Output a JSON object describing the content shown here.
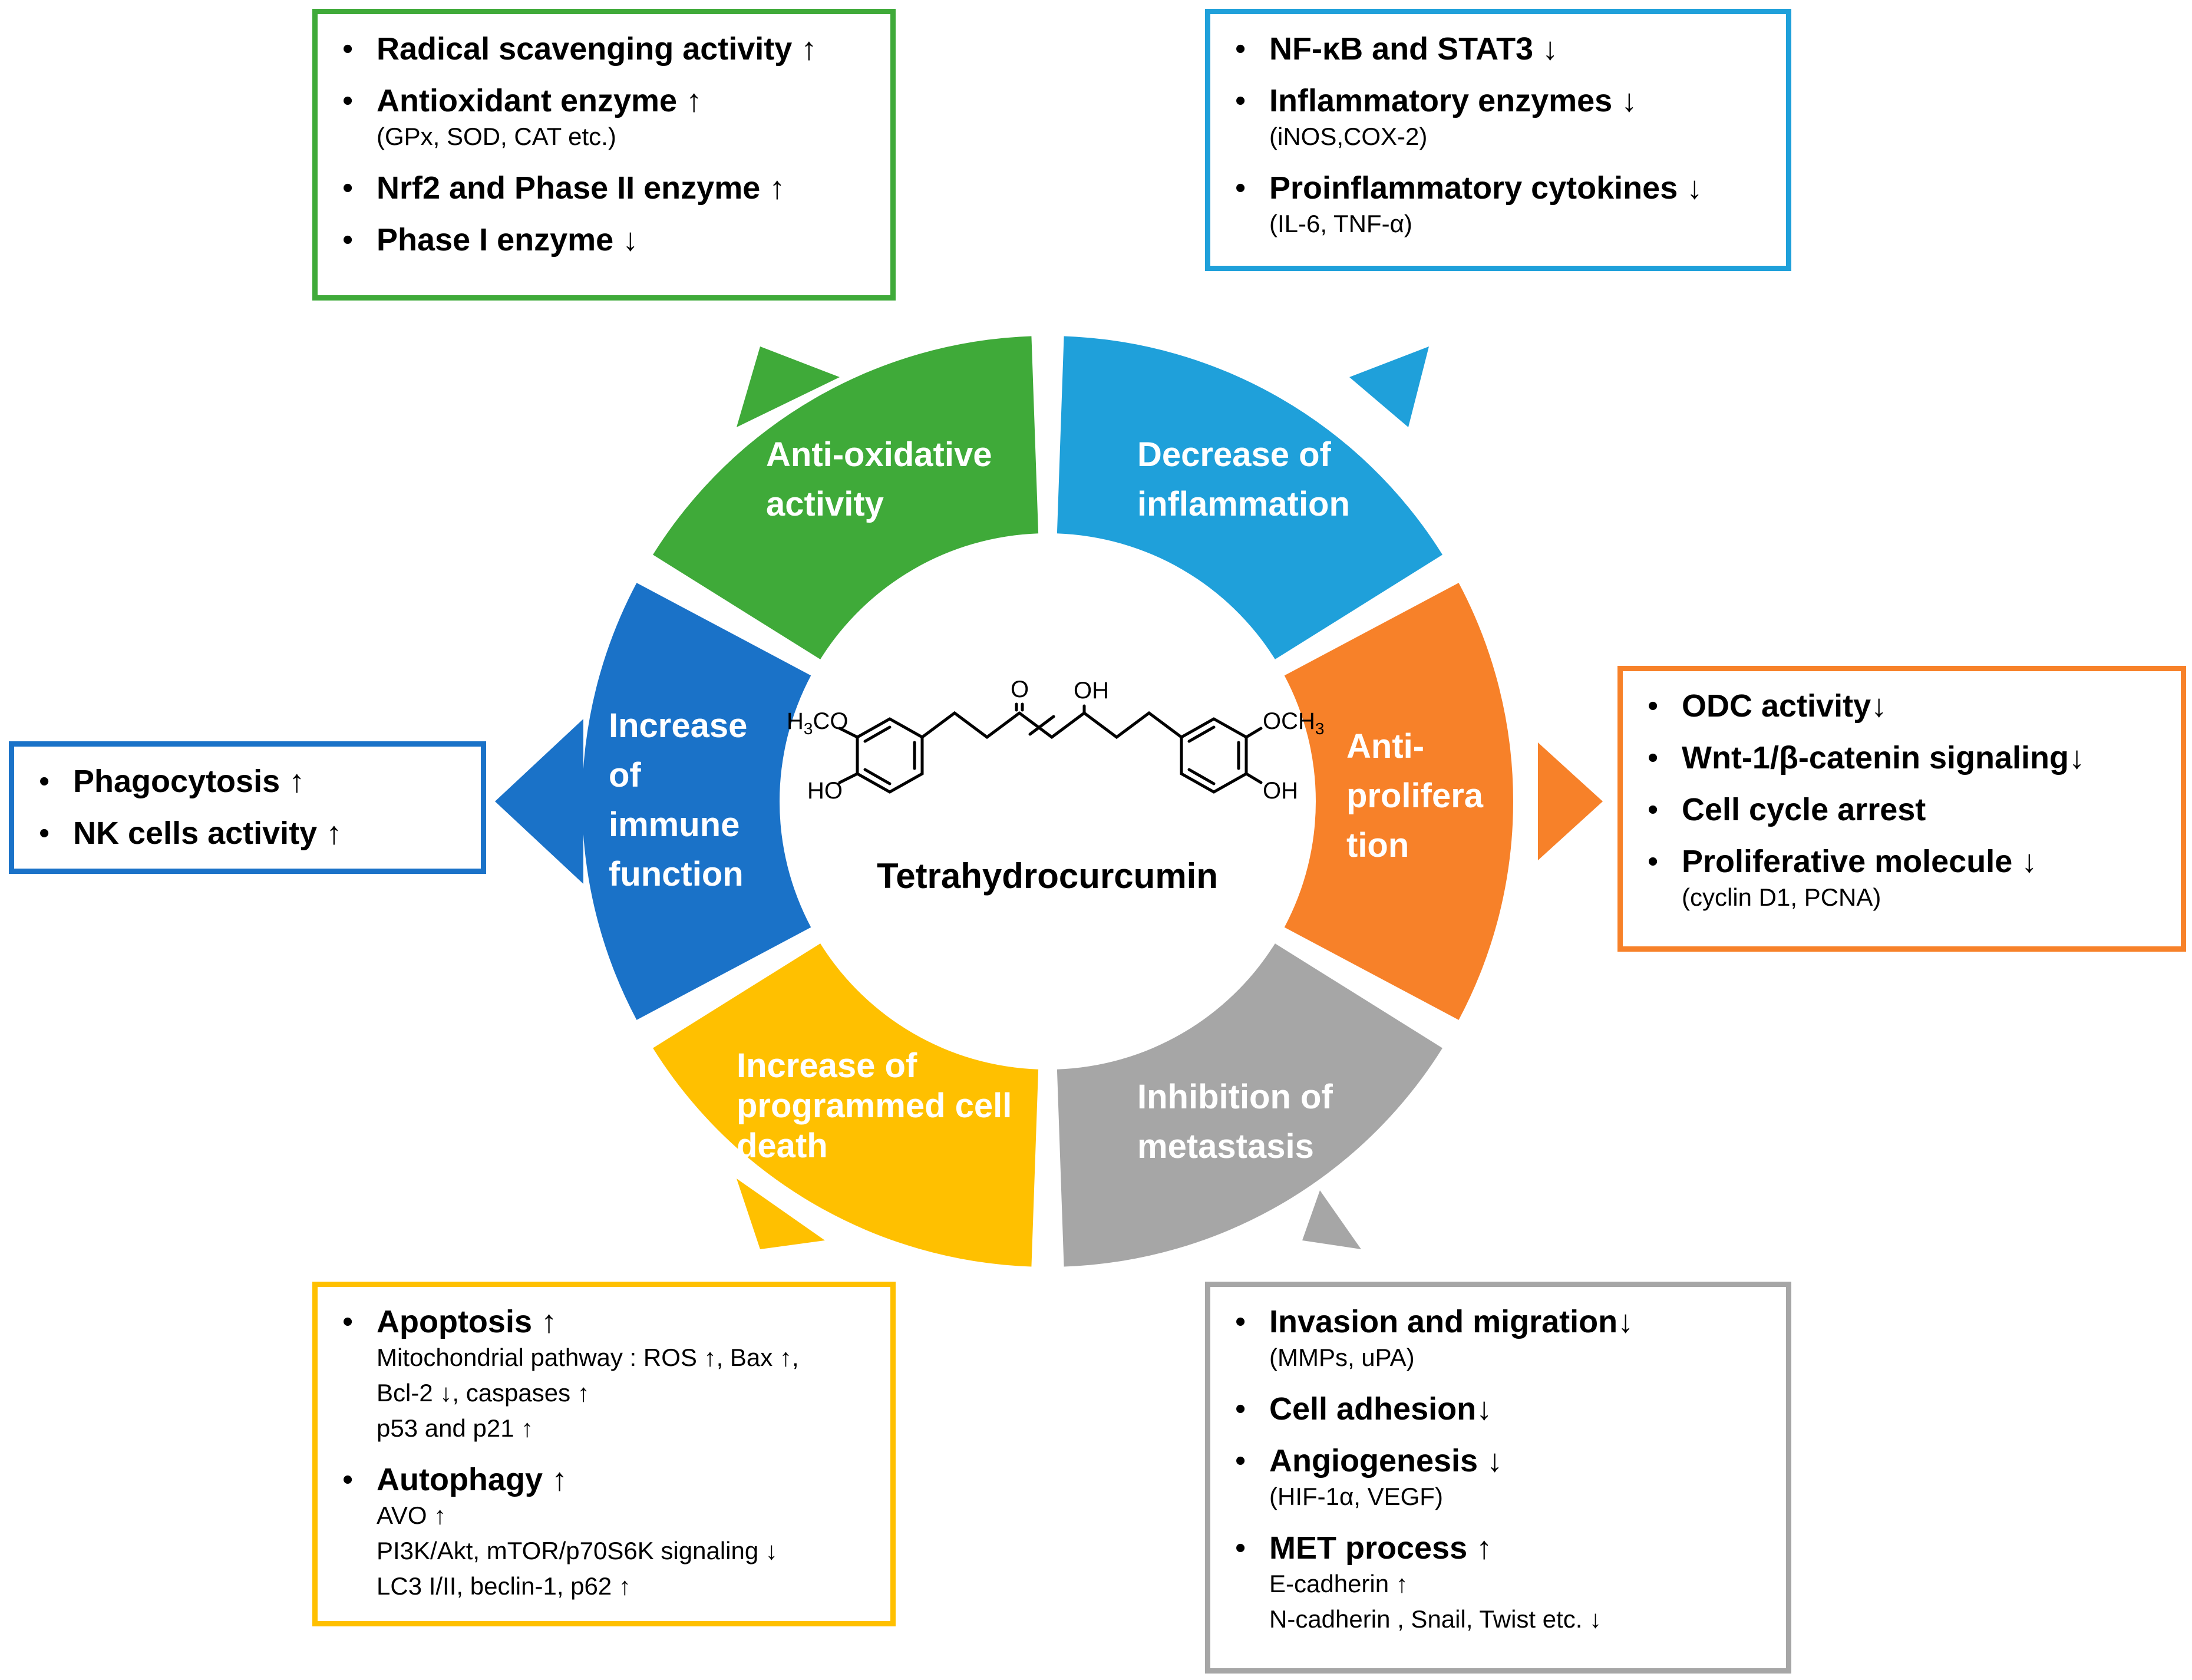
{
  "center": {
    "molecule_name": "Tetrahydrocurcumin",
    "atoms": {
      "o_keto": "O",
      "oh_enol": "OH",
      "left_methoxy": "H3CO",
      "right_methoxy": "OCH3",
      "left_hydroxy": "HO",
      "right_hydroxy": "OH"
    }
  },
  "segments": {
    "antioxidative": {
      "label": "Anti-oxidative\nactivity",
      "color": "#3FAA39"
    },
    "inflammation": {
      "label": "Decrease of\ninflammation",
      "color": "#1FA0DA"
    },
    "antiproliferation": {
      "label": "Anti-\nprolifera\ntion",
      "color": "#F78129"
    },
    "metastasis": {
      "label": "Inhibition of\nmetastasis",
      "color": "#A6A6A6"
    },
    "celldeath": {
      "label": "Increase of\nprogrammed cell\ndeath",
      "color": "#FFC000"
    },
    "immune": {
      "label": "Increase\nof\nimmune\nfunction",
      "color": "#1A72C8"
    }
  },
  "boxes": {
    "antioxidative": {
      "border": "#3FAA39",
      "items": [
        {
          "main": "Radical scavenging activity ↑"
        },
        {
          "main": "Antioxidant  enzyme ↑",
          "sub": "(GPx, SOD, CAT etc.)"
        },
        {
          "main": "Nrf2 and Phase II enzyme ↑"
        },
        {
          "main": "Phase I enzyme ↓"
        }
      ]
    },
    "inflammation": {
      "border": "#1FA0DA",
      "items": [
        {
          "main": "NF-κB and STAT3 ↓"
        },
        {
          "main": "Inflammatory enzymes ↓",
          "sub": "(iNOS,COX-2)"
        },
        {
          "main": "Proinflammatory cytokines ↓",
          "sub": "(IL-6,  TNF-α)"
        }
      ]
    },
    "antiproliferation": {
      "border": "#F78129",
      "items": [
        {
          "main": "ODC activity↓"
        },
        {
          "main": "Wnt-1/β-catenin signaling↓"
        },
        {
          "main": "Cell cycle arrest"
        },
        {
          "main": "Proliferative molecule ↓",
          "sub": "(cyclin D1, PCNA)"
        }
      ]
    },
    "immune": {
      "border": "#1A72C8",
      "items": [
        {
          "main": "Phagocytosis ↑"
        },
        {
          "main": "NK cells activity ↑"
        }
      ]
    },
    "celldeath": {
      "border": "#FFC000",
      "items": [
        {
          "main": "Apoptosis ↑",
          "sub1": "Mitochondrial pathway : ROS ↑, Bax ↑,",
          "sub2": "Bcl-2 ↓, caspases ↑",
          "sub3": "p53 and p21 ↑"
        },
        {
          "main": "Autophagy ↑",
          "sub1": "AVO ↑",
          "sub2": "PI3K/Akt, mTOR/p70S6K  signaling ↓",
          "sub3": "LC3 I/II, beclin-1, p62 ↑"
        }
      ]
    },
    "metastasis": {
      "border": "#A6A6A6",
      "items": [
        {
          "main": "Invasion and migration↓",
          "sub": "(MMPs, uPA)"
        },
        {
          "main": "Cell adhesion↓"
        },
        {
          "main": "Angiogenesis ↓",
          "sub": "(HIF-1α,  VEGF)"
        },
        {
          "main": "MET process ↑",
          "sub1": "E-cadherin ↑",
          "sub2": "N-cadherin  , Snail, Twist etc. ↓"
        }
      ]
    }
  }
}
